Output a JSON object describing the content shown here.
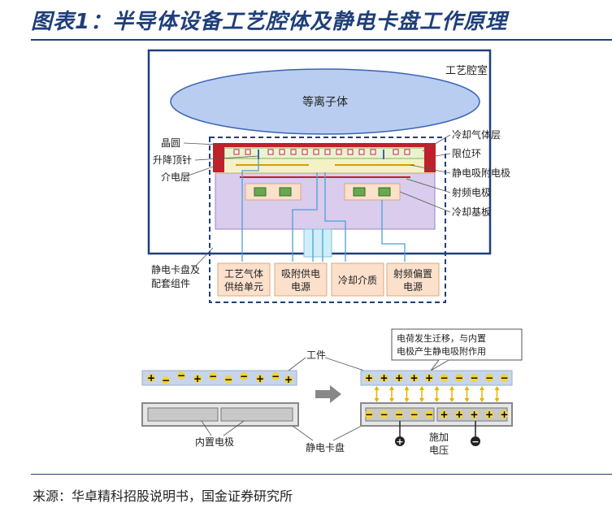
{
  "title": "图表1：半导体设备工艺腔体及静电卡盘工作原理",
  "source": "来源：华卓精科招股说明书，国金证券研究所",
  "top_diagram": {
    "chamber_label": "工艺腔室",
    "plasma_label": "等离子体",
    "left_labels": {
      "wafer": "晶圆",
      "lift_pin": "升降顶针",
      "dielectric": "介电层",
      "esc_assembly_line1": "静电卡盘及",
      "esc_assembly_line2": "配套组件"
    },
    "right_labels": {
      "cooling_gas_layer": "冷却气体层",
      "limit_ring": "限位环",
      "esc_electrode": "静电吸附电极",
      "rf_electrode": "射频电极",
      "cooling_base": "冷却基板"
    },
    "units": [
      {
        "line1": "工艺气体",
        "line2": "供给单元"
      },
      {
        "line1": "吸附供电",
        "line2": "电源"
      },
      {
        "line1": "冷却介质",
        "line2": ""
      },
      {
        "line1": "射频偏置",
        "line2": "电源"
      }
    ]
  },
  "bottom_diagram": {
    "workpiece_label": "工件",
    "internal_electrode_label": "内置电极",
    "esc_label": "静电卡盘",
    "callout_line1": "电荷发生迁移，与内置",
    "callout_line2": "电极产生静电吸附作用",
    "voltage_line1": "施加",
    "voltage_line2": "电压",
    "plus_sign": "+",
    "minus_sign": "−",
    "pos_terminal": "+",
    "neg_terminal": "−"
  },
  "colors": {
    "title_blue": "#1f3f7a",
    "plasma_fill": "#b9cdf0",
    "chuck_fill": "#d9ccec",
    "wafer_red": "#c0202a",
    "unit_fill": "#fbe0cc",
    "electrode_green": "#6aa84f",
    "charge_yellow": "#f2d43a",
    "plate_gray": "#c8c8c8"
  },
  "icons": [
    "arrow-right-icon",
    "up-down-arrow-icon"
  ]
}
